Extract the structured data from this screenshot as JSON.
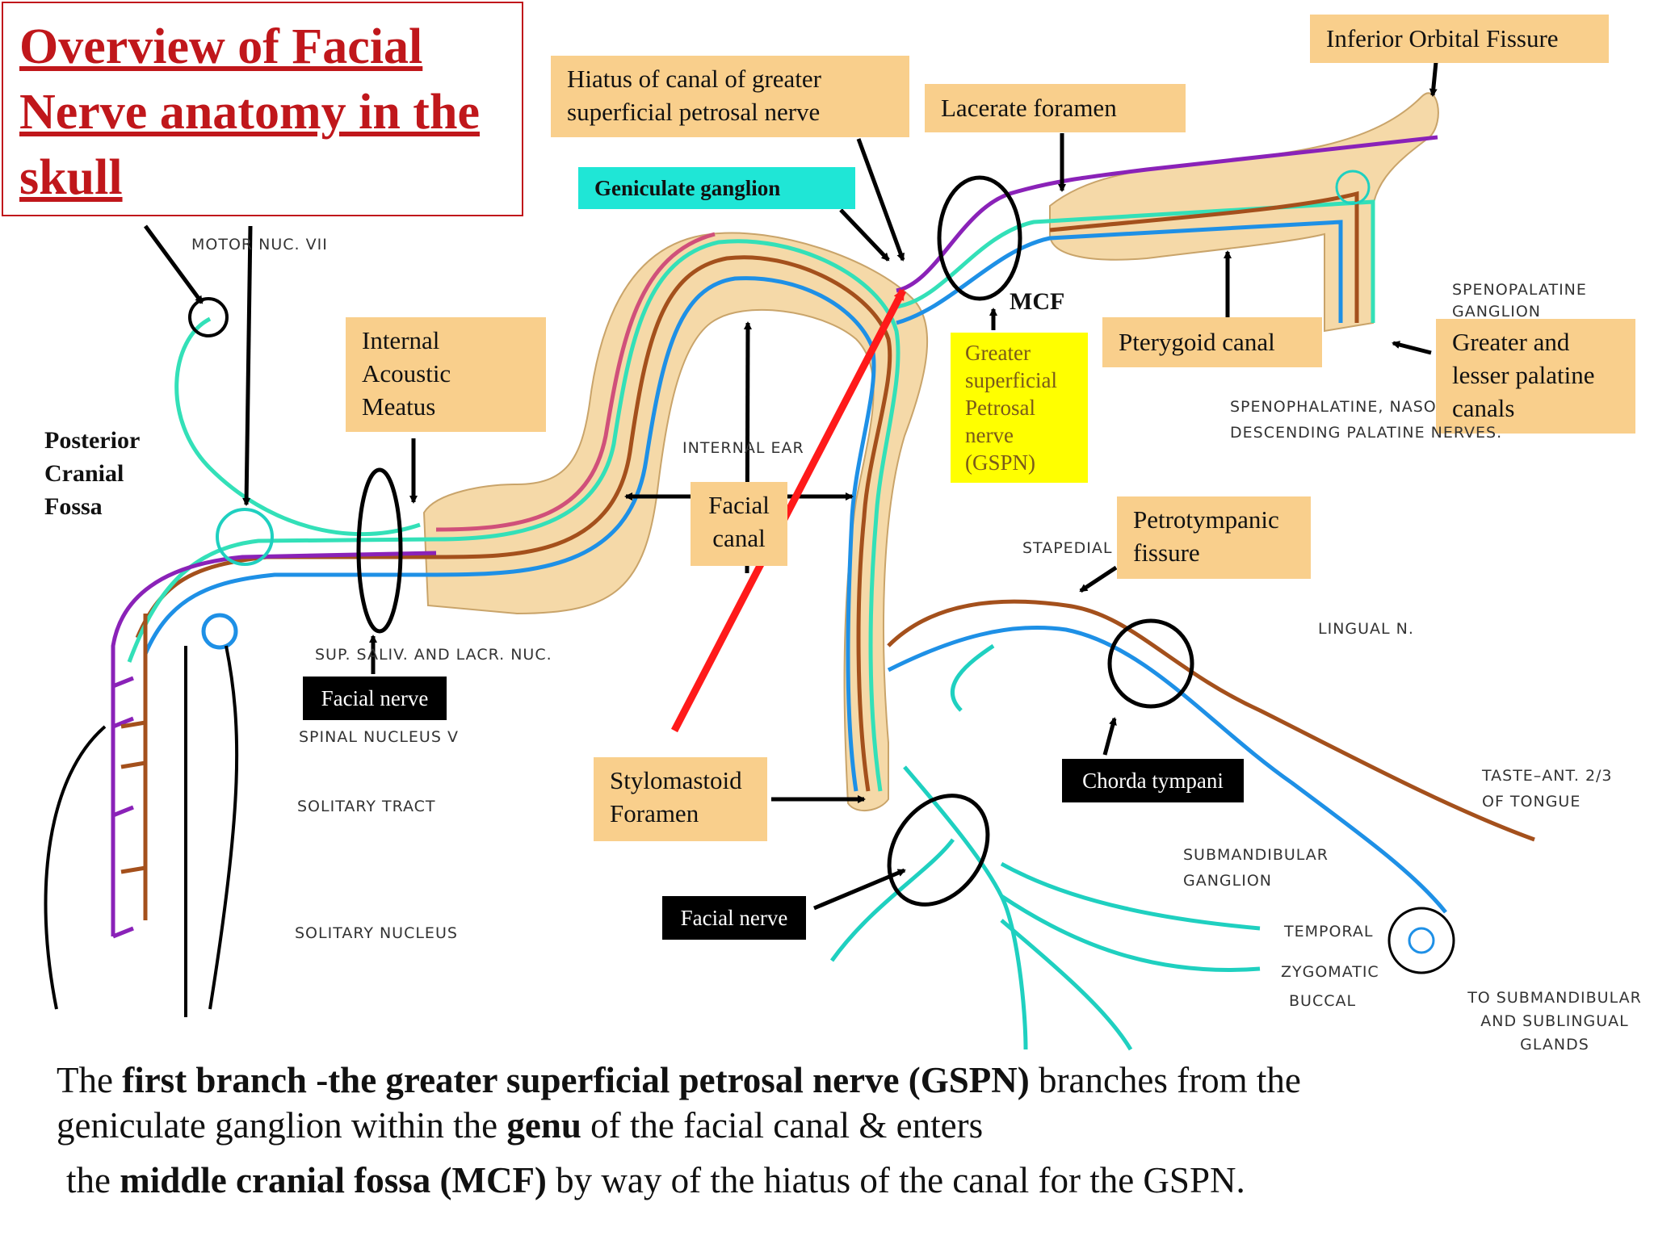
{
  "title": "Overview of Facial Nerve anatomy in the skull",
  "colors": {
    "title_red": "#c0171b",
    "box_tan": "#f9cf8c",
    "box_teal": "#1fe6d6",
    "box_yellow": "#ffff00",
    "nerve_purple": "#8a22b8",
    "nerve_brown": "#a4501c",
    "nerve_blue": "#1e90e6",
    "nerve_teal": "#33e0b8",
    "nerve_pink": "#d0507a",
    "arrow_red": "#ff1a1a",
    "canal_fill": "#f5d9a8"
  },
  "labels": {
    "hiatus": "Hiatus of canal of greater superficial petrosal nerve",
    "geniculate": "Geniculate ganglion",
    "lacerate": "Lacerate foramen",
    "inferior_orbital": "Inferior Orbital Fissure",
    "mcf": "MCF",
    "gspn": "Greater superficial Petrosal nerve (GSPN)",
    "pterygoid": "Pterygoid canal",
    "palatine": "Greater and lesser palatine canals",
    "iam": "Internal Acoustic Meatus",
    "pcf": "Posterior Cranial Fossa",
    "facial_canal": "Facial canal",
    "petrotympanic": "Petrotympanic fissure",
    "facial_nerve_1": "Facial nerve",
    "stylomastoid": "Stylomastoid Foramen",
    "chorda": "Chorda tympani",
    "facial_nerve_2": "Facial nerve"
  },
  "small_labels": {
    "motor_nuc": "MOTOR NUC. VII",
    "sup_saliv": "SUP. SALIV. AND LACR. NUC.",
    "spinal_nucleus": "SPINAL NUCLEUS V",
    "solitary_tract": "SOLITARY TRACT",
    "solitary_nucleus": "SOLITARY NUCLEUS",
    "internal_ear": "INTERNAL EAR",
    "stapedial": "STAPEDIAL",
    "sphenopalatine_ganglion": "SPENOPALATINE GANGLION",
    "sphenopalatine_nerves": "SPENOPHALATINE, NASO",
    "descending_palatine": "DESCENDING PALATINE NERVES.",
    "lingual": "LINGUAL N.",
    "taste": "TASTE–ANT. 2/3 OF TONGUE",
    "submandibular_ganglion": "SUBMANDIBULAR GANGLION",
    "temporal": "TEMPORAL",
    "zygomatic": "ZYGOMATIC",
    "buccal": "BUCCAL",
    "to_glands": "TO SUBMANDIBULAR AND SUBLINGUAL GLANDS"
  },
  "caption": {
    "l1_a": "The ",
    "l1_b": "first branch -the greater superficial petrosal nerve (GSPN)",
    "l1_c": " branches from the",
    "l2_a": "geniculate ganglion within the ",
    "l2_b": "genu",
    "l2_c": " of the facial canal & enters",
    "l3_a": "the ",
    "l3_b": "middle cranial fossa (MCF)",
    "l3_c": " by way of the hiatus of the canal for the GSPN."
  }
}
